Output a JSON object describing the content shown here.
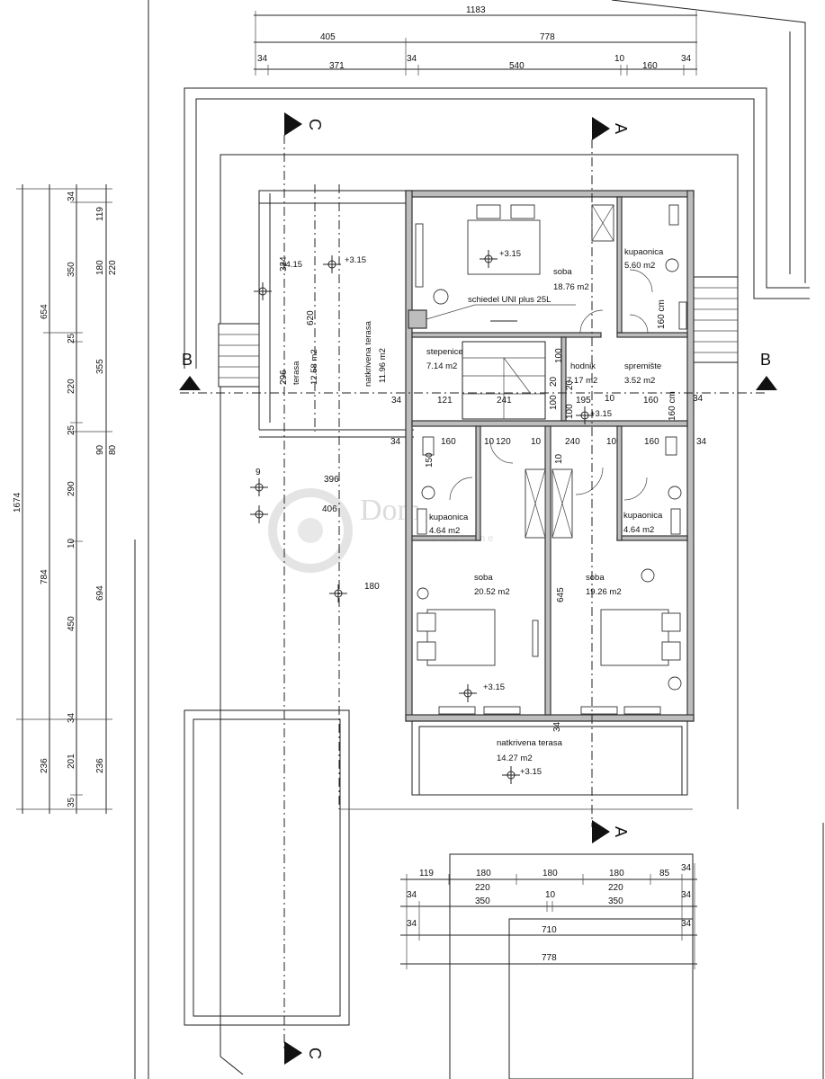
{
  "top_dims": {
    "overall": "1183",
    "row2": [
      "405",
      "778"
    ],
    "row3": [
      "34",
      "371",
      "34",
      "540",
      "10",
      "160",
      "34"
    ]
  },
  "left_dims": {
    "col1": [
      "1674"
    ],
    "col2": [
      "654",
      "784",
      "236"
    ],
    "col3": [
      "34",
      "350",
      "25",
      "220",
      "25",
      "290",
      "10",
      "450",
      "34",
      "201",
      "35"
    ],
    "col4": [
      "119",
      "180",
      "220",
      "355",
      "90",
      "80",
      "694",
      "236"
    ]
  },
  "bottom_dims": {
    "row1": [
      "119",
      "180",
      "180",
      "180",
      "85",
      "34"
    ],
    "row2": [
      "220",
      "220"
    ],
    "row3": [
      "34",
      "350",
      "10",
      "350",
      "34"
    ],
    "row4": [
      "34",
      "710",
      "34"
    ],
    "row5": [
      "778"
    ]
  },
  "interior_dims": [
    "324",
    "620",
    "296",
    "34",
    "121",
    "241",
    "195",
    "10",
    "160",
    "34",
    "34",
    "160",
    "10",
    "120",
    "10",
    "240",
    "10",
    "160",
    "34",
    "396",
    "406",
    "180",
    "9",
    "645",
    "34",
    "100",
    "20",
    "100",
    "100",
    "20",
    "10",
    "160 cm",
    "160 cm",
    "150"
  ],
  "sections": {
    "c_top": "C",
    "a_top": "A",
    "b_left": "B",
    "b_right": "B",
    "a_bottom": "A",
    "c_bottom": "C"
  },
  "rooms": {
    "soba_top": {
      "name": "soba",
      "area": "18.76 m2",
      "level": "+3.15"
    },
    "kupaonica_top": {
      "name": "kupaonica",
      "area": "5.60 m2"
    },
    "chimney": "schiedel UNI plus 25L",
    "terasa": {
      "name": "terasa",
      "area": "12.58 m2",
      "level": "+4.15"
    },
    "natkrivena_terasa_left": {
      "name": "natkrivena terasa",
      "area": "11.96 m2",
      "level": "+3.15"
    },
    "stepenice": {
      "name": "stepenice",
      "area": "7.14 m2"
    },
    "hodnik": {
      "name": "hodnik",
      "area": "7.17 m2",
      "level": "+3.15"
    },
    "spremiste": {
      "name": "spremište",
      "area": "3.52 m2"
    },
    "kupaonica_left": {
      "name": "kupaonica",
      "area": "4.64 m2"
    },
    "kupaonica_right": {
      "name": "kupaonica",
      "area": "4.64 m2"
    },
    "soba_left": {
      "name": "soba",
      "area": "20.52 m2",
      "level": "+3.15"
    },
    "soba_right": {
      "name": "soba",
      "area": "19.26 m2"
    },
    "natkrivena_terasa_bottom": {
      "name": "natkrivena terasa",
      "area": "14.27 m2",
      "level": "+3.15"
    }
  },
  "watermark": {
    "name": "Dom",
    "tag": "nekretnine"
  },
  "colors": {
    "wall": "#bdbdbd",
    "line": "#222222"
  }
}
